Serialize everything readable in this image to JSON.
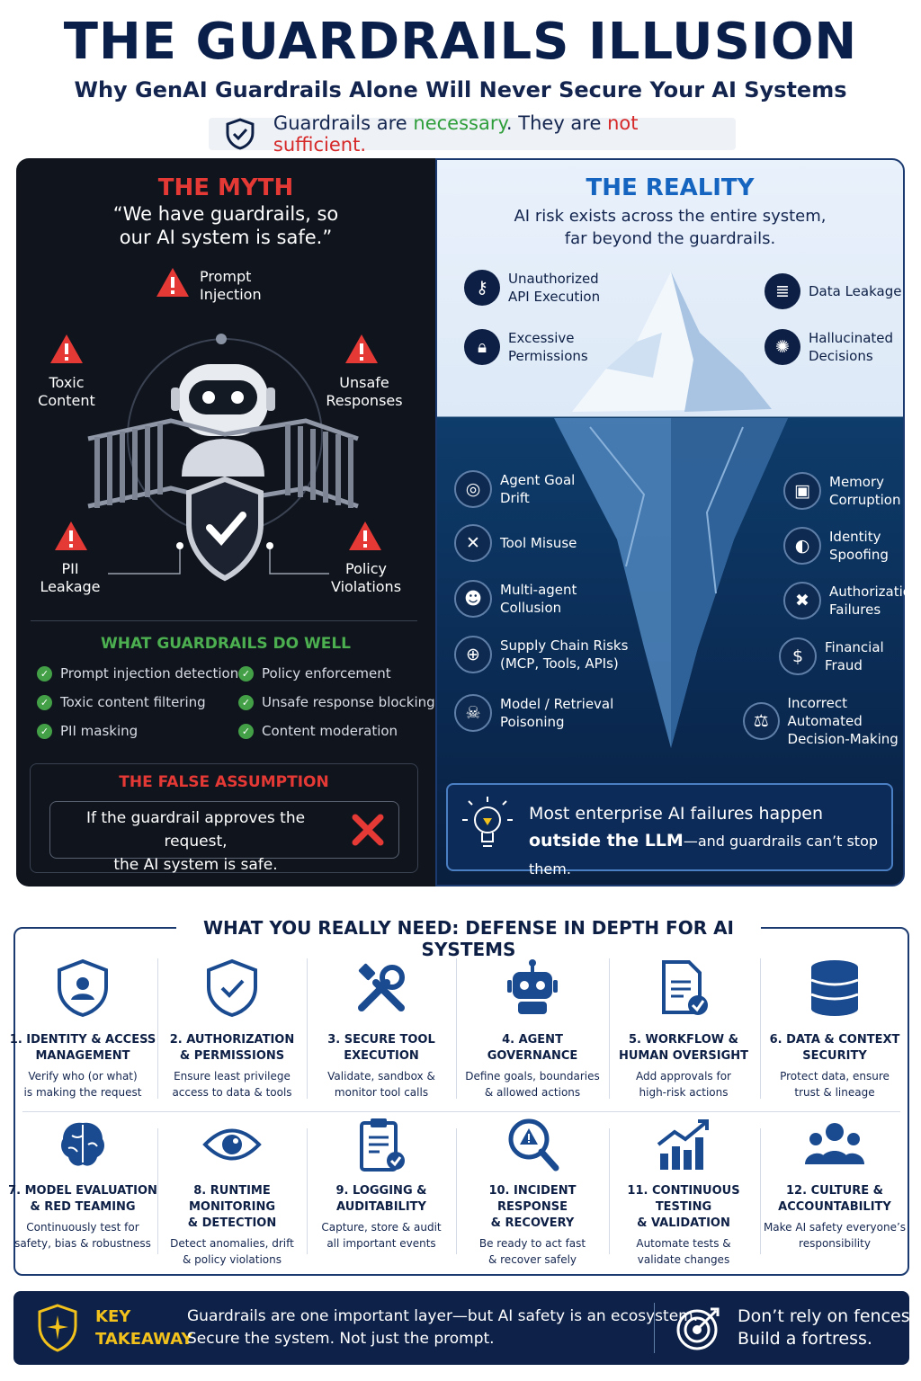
{
  "header": {
    "title": "THE GUARDRAILS ILLUSION",
    "subtitle": "Why GenAI Guardrails Alone Will Never Secure Your AI Systems",
    "banner": {
      "part1": "Guardrails are ",
      "highlight_green": "necessary",
      "part2": ". They are ",
      "highlight_red": "not sufficient."
    }
  },
  "myth": {
    "title": "THE MYTH",
    "quote_line1": "“We have guardrails, so",
    "quote_line2": "our AI system is safe.”",
    "risks": {
      "prompt_injection": [
        "Prompt",
        "Injection"
      ],
      "toxic_content": [
        "Toxic",
        "Content"
      ],
      "unsafe_responses": [
        "Unsafe",
        "Responses"
      ],
      "pii_leakage": [
        "PII",
        "Leakage"
      ],
      "policy_violations": [
        "Policy",
        "Violations"
      ]
    },
    "do_well_title": "WHAT GUARDRAILS DO WELL",
    "do_well": [
      "Prompt injection detection",
      "Policy enforcement",
      "Toxic content filtering",
      "Unsafe response blocking",
      "PII masking",
      "Content moderation"
    ],
    "false_title": "THE FALSE ASSUMPTION",
    "false_line1": "If the guardrail approves the request,",
    "false_line2": "the AI system is safe."
  },
  "reality": {
    "title": "THE REALITY",
    "sub_line1": "AI risk exists across the entire system,",
    "sub_line2": "far beyond the guardrails.",
    "above": [
      [
        "Unauthorized",
        "API Execution"
      ],
      [
        "Excessive",
        "Permissions"
      ],
      [
        "Data Leakage"
      ],
      [
        "Hallucinated",
        "Decisions"
      ]
    ],
    "below_left": [
      [
        "Agent Goal",
        "Drift"
      ],
      [
        "Tool Misuse"
      ],
      [
        "Multi-agent",
        "Collusion"
      ],
      [
        "Supply Chain Risks",
        "(MCP, Tools, APIs)"
      ],
      [
        "Model / Retrieval",
        "Poisoning"
      ]
    ],
    "below_right": [
      [
        "Memory",
        "Corruption"
      ],
      [
        "Identity",
        "Spoofing"
      ],
      [
        "Authorization",
        "Failures"
      ],
      [
        "Financial",
        "Fraud"
      ],
      [
        "Incorrect Automated",
        "Decision-Making"
      ]
    ],
    "fail_line1": "Most enterprise AI failures happen",
    "fail_bold": "outside the LLM",
    "fail_rest": "—and guardrails can’t stop them."
  },
  "defense": {
    "title": "WHAT YOU REALLY NEED: DEFENSE IN DEPTH FOR AI SYSTEMS",
    "items": [
      {
        "t1": "1. IDENTITY & ACCESS",
        "t2": "MANAGEMENT",
        "d1": "Verify who (or what)",
        "d2": "is making the request",
        "icon": "user-shield-icon"
      },
      {
        "t1": "2. AUTHORIZATION",
        "t2": "& PERMISSIONS",
        "d1": "Ensure least privilege",
        "d2": "access to data & tools",
        "icon": "check-shield-icon"
      },
      {
        "t1": "3. SECURE TOOL",
        "t2": "EXECUTION",
        "d1": "Validate, sandbox &",
        "d2": "monitor tool calls",
        "icon": "tools-icon"
      },
      {
        "t1": "4. AGENT",
        "t2": "GOVERNANCE",
        "d1": "Define goals, boundaries",
        "d2": "& allowed actions",
        "icon": "robot-icon"
      },
      {
        "t1": "5. WORKFLOW &",
        "t2": "HUMAN OVERSIGHT",
        "d1": "Add approvals for",
        "d2": "high-risk actions",
        "icon": "document-check-icon"
      },
      {
        "t1": "6. DATA & CONTEXT",
        "t2": "SECURITY",
        "d1": "Protect data, ensure",
        "d2": "trust & lineage",
        "icon": "database-icon"
      },
      {
        "t1": "7. MODEL EVALUATION",
        "t2": "& RED TEAMING",
        "d1": "Continuously test for",
        "d2": "safety, bias & robustness",
        "icon": "brain-icon"
      },
      {
        "t1": "8. RUNTIME MONITORING",
        "t2": "& DETECTION",
        "d1": "Detect anomalies, drift",
        "d2": "& policy violations",
        "icon": "eye-icon"
      },
      {
        "t1": "9. LOGGING &",
        "t2": "AUDITABILITY",
        "d1": "Capture, store & audit",
        "d2": "all important events",
        "icon": "clipboard-icon"
      },
      {
        "t1": "10. INCIDENT RESPONSE",
        "t2": "& RECOVERY",
        "d1": "Be ready to act fast",
        "d2": "& recover safely",
        "icon": "magnifier-alert-icon"
      },
      {
        "t1": "11. CONTINUOUS TESTING",
        "t2": "& VALIDATION",
        "d1": "Automate tests &",
        "d2": "validate changes",
        "icon": "growth-chart-icon"
      },
      {
        "t1": "12. CULTURE &",
        "t2": "ACCOUNTABILITY",
        "d1": "Make AI safety everyone’s",
        "d2": "responsibility",
        "icon": "people-icon"
      }
    ]
  },
  "takeaway": {
    "label1": "KEY",
    "label2": "TAKEAWAY",
    "line1": "Guardrails are one important layer—but AI safety is an ecosystem.",
    "line2": "Secure the system. Not just the prompt.",
    "right1": "Don’t rely on fences.",
    "right2": "Build a fortress."
  },
  "colors": {
    "navy": "#0d1f45",
    "red": "#e53935",
    "green": "#4caf50",
    "blue": "#1565c0",
    "gold": "#f2c11b"
  }
}
